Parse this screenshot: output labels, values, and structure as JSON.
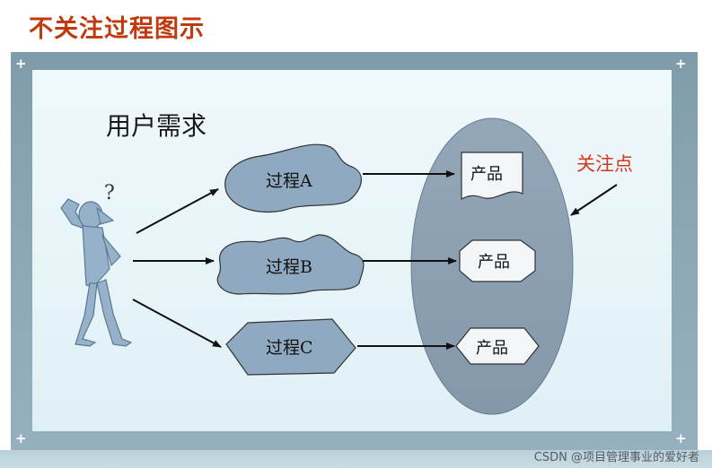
{
  "title": "不关注过程图示",
  "diagram": {
    "user_needs_label": "用户需求",
    "question_mark": "?",
    "processes": [
      {
        "label": "过程A"
      },
      {
        "label": "过程B"
      },
      {
        "label": "过程C"
      }
    ],
    "products": [
      {
        "label": "产品"
      },
      {
        "label": "产品"
      },
      {
        "label": "产品"
      }
    ],
    "focus_label": "关注点",
    "colors": {
      "shape_fill": "#8fa9c1",
      "ellipse_fill": "#8ea2b4",
      "focus_text": "#d4381c",
      "title_text": "#c03a10"
    }
  },
  "footer": {
    "watermark": "CSDN @项目管理事业的爱好者"
  }
}
